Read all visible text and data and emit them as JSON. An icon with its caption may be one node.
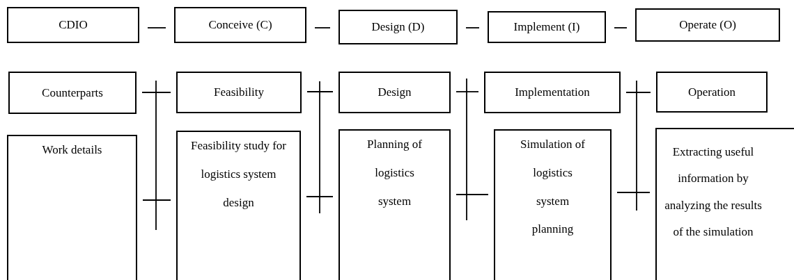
{
  "diagram": {
    "nodes": [
      {
        "text": [
          "CDIO"
        ]
      },
      {
        "text": [
          "Conceive (C)"
        ]
      },
      {
        "text": [
          "Design (D)"
        ]
      },
      {
        "text": [
          "Implement (I)"
        ]
      },
      {
        "text": [
          "Operate (O)"
        ]
      },
      {
        "text": [
          "Counterparts"
        ]
      },
      {
        "text": [
          "Feasibility"
        ]
      },
      {
        "text": [
          "Design"
        ]
      },
      {
        "text": [
          "Implementation"
        ]
      },
      {
        "text": [
          "Operation"
        ]
      },
      {
        "text": [
          "Work details"
        ]
      },
      {
        "text": [
          "Feasibility study for logistics system design"
        ]
      },
      {
        "text": [
          "Planning of logistics system"
        ]
      },
      {
        "text": [
          "Simulation of logistics system planning"
        ]
      },
      {
        "text": [
          "Extracting useful information by analyzing the results of the simulation"
        ]
      }
    ],
    "edges": [
      {
        "from": 0,
        "to": 1,
        "arrow": "none"
      },
      {
        "from": 1,
        "to": 2,
        "arrow": "none"
      },
      {
        "from": 2,
        "to": 3,
        "arrow": "none"
      },
      {
        "from": 3,
        "to": 4,
        "arrow": "none"
      },
      {
        "from": 5,
        "to": 6,
        "arrow": "none"
      },
      {
        "from": 6,
        "to": 7,
        "arrow": "none"
      },
      {
        "from": 7,
        "to": 8,
        "arrow": "none"
      },
      {
        "from": 8,
        "to": 9,
        "arrow": "none"
      },
      {
        "from": 10,
        "to": 11,
        "arrow": "none"
      },
      {
        "from": 11,
        "to": 12,
        "arrow": "none"
      },
      {
        "from": 12,
        "to": 13,
        "arrow": "none"
      },
      {
        "from": 13,
        "to": 14,
        "arrow": "none"
      }
    ]
  }
}
